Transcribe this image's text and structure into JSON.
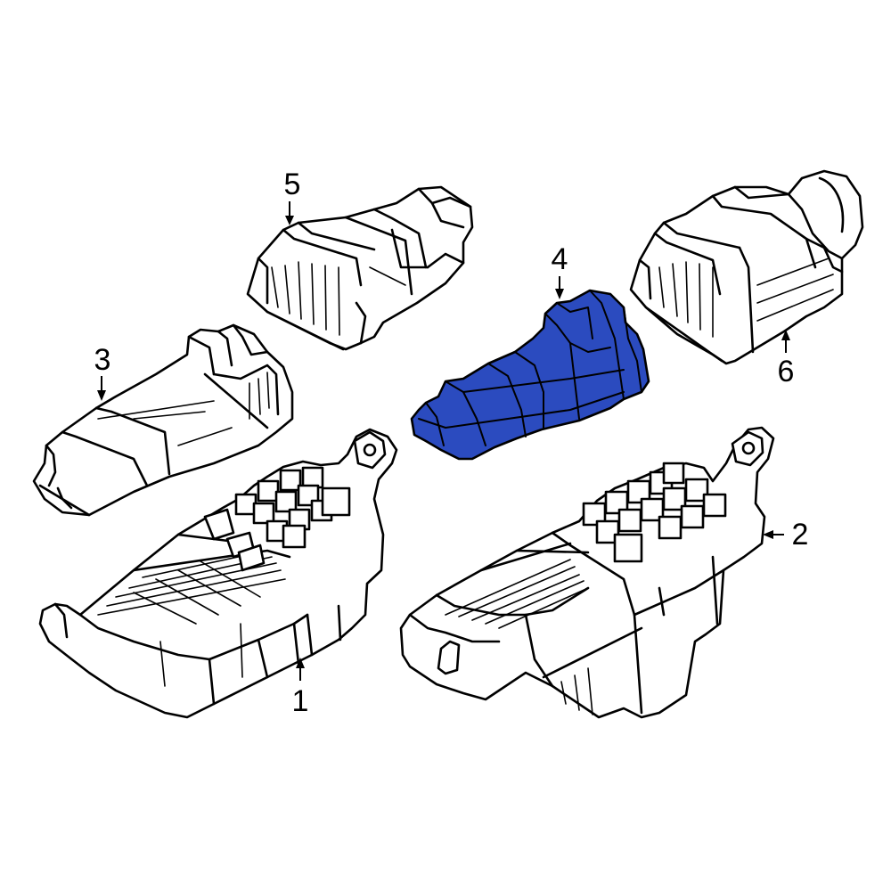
{
  "diagram": {
    "highlight_color": "#2b4bbf",
    "line_color": "#000000",
    "background": "#ffffff",
    "callouts": [
      {
        "id": "1",
        "label": "1"
      },
      {
        "id": "2",
        "label": "2"
      },
      {
        "id": "3",
        "label": "3"
      },
      {
        "id": "4",
        "label": "4"
      },
      {
        "id": "5",
        "label": "5"
      },
      {
        "id": "6",
        "label": "6"
      }
    ],
    "highlighted_part": "4"
  }
}
